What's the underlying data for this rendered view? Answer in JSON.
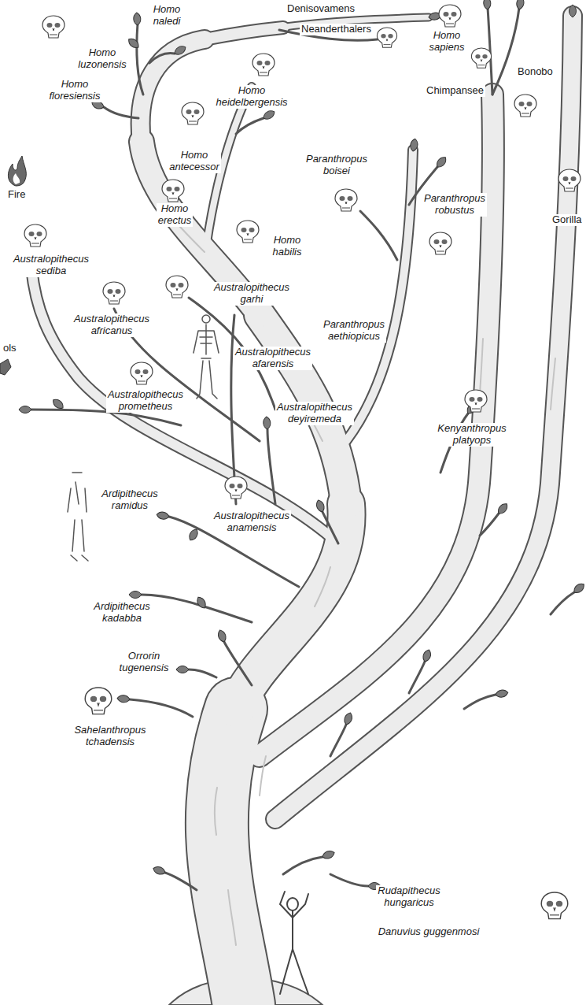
{
  "diagram": {
    "labels": [
      "Homo luzonensis",
      "Homo naledi",
      "Denisovamens",
      "Neanderthalers",
      "Homo sapiens",
      "Homo floresiensis",
      "Homo heidelbergensis",
      "Chimpansee",
      "Bonobo",
      "Homo antecessor",
      "Fire",
      "Paranthropus boisei",
      "Paranthropus robustus",
      "Homo erectus",
      "Gorilla",
      "Homo habilis",
      "Australopithecus sediba",
      "Australopithecus garhi",
      "Australopithecus africanus",
      "Paranthropus aethiopicus",
      "ols",
      "Australopithecus afarensis",
      "Australopithecus prometheus",
      "Australopithecus deyiremeda",
      "Kenyanthropus platyops",
      "Ardipithecus ramidus",
      "Australopithecus anamensis",
      "Ardipithecus kadabba",
      "Orrorin tugenensis",
      "Sahelanthropus tchadensis",
      "Rudapithecus hungaricus",
      "Danuvius guggenmosi"
    ]
  }
}
